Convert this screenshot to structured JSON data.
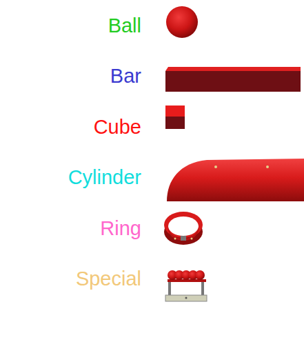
{
  "diagram": {
    "labels": [
      "Ball",
      "Bar",
      "Cube",
      "Cylinder",
      "Ring",
      "Special"
    ]
  }
}
